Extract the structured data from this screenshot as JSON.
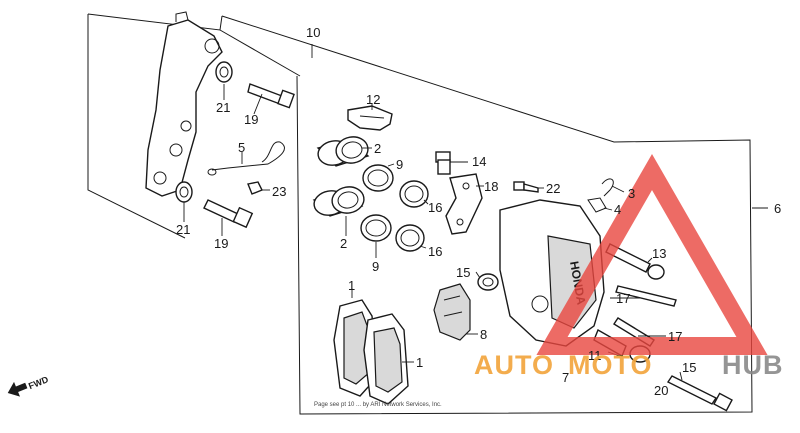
{
  "diagram": {
    "callouts": {
      "c10": "10",
      "c12": "12",
      "c21a": "21",
      "c19a": "19",
      "c5": "5",
      "c23": "23",
      "c21b": "21",
      "c19b": "19",
      "c2a": "2",
      "c9a": "9",
      "c14": "14",
      "c18": "18",
      "c16a": "16",
      "c2b": "2",
      "c9b": "9",
      "c16b": "16",
      "c22": "22",
      "c3": "3",
      "c4": "4",
      "c6": "6",
      "c13": "13",
      "c15a": "15",
      "c17a": "17",
      "c8": "8",
      "c1": "1",
      "c17b": "17",
      "c11": "11",
      "c15b": "15",
      "c7": "7",
      "c20": "20"
    },
    "direction_label": "FWD",
    "caliper_brand": "HONDA",
    "credit_line": "Page see pt 10 ... by ARI Network Services, Inc."
  },
  "watermark": {
    "part1": "AUTO",
    "part2": "MOTO",
    "part3": "HUB",
    "colors": {
      "red": "#e8463e",
      "orange": "#f2a43a",
      "gray": "#8a8a8a"
    }
  }
}
